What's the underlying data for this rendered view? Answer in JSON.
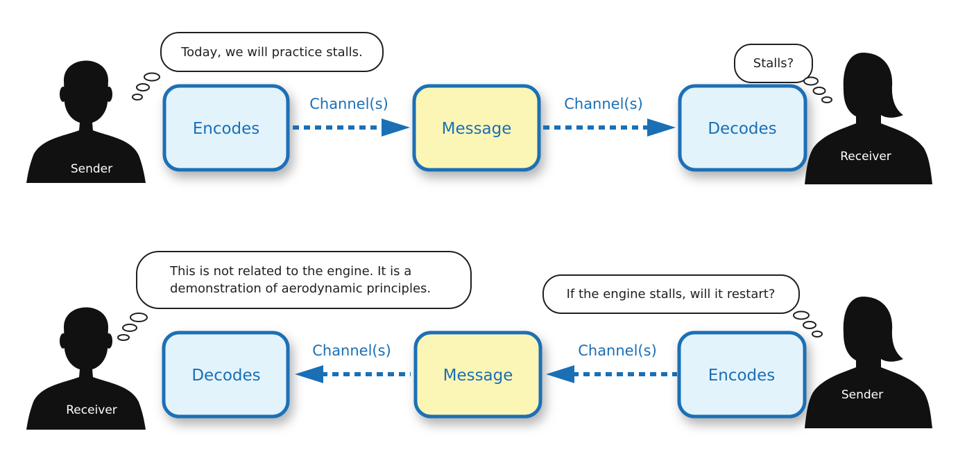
{
  "colors": {
    "accent_blue": "#1a6fb5",
    "box_blue_fill": "#e3f3fc",
    "message_fill": "#fbf6b5",
    "silhouette": "#111111",
    "bubble_stroke": "#1f1f1f"
  },
  "top_row": {
    "sender_label": "Sender",
    "sender_thought": "Today, we will practice stalls.",
    "encodes_label": "Encodes",
    "channel_left_label": "Channel(s)",
    "message_label": "Message",
    "channel_right_label": "Channel(s)",
    "decodes_label": "Decodes",
    "receiver_label": "Receiver",
    "receiver_thought": "Stalls?"
  },
  "bottom_row": {
    "receiver_label": "Receiver",
    "receiver_thought_line1": "This is not related to the engine. It is a",
    "receiver_thought_line2": "demonstration of aerodynamic principles.",
    "decodes_label": "Decodes",
    "channel_left_label": "Channel(s)",
    "message_label": "Message",
    "channel_right_label": "Channel(s)",
    "encodes_label": "Encodes",
    "sender_label": "Sender",
    "sender_thought": "If the engine stalls, will it restart?"
  }
}
